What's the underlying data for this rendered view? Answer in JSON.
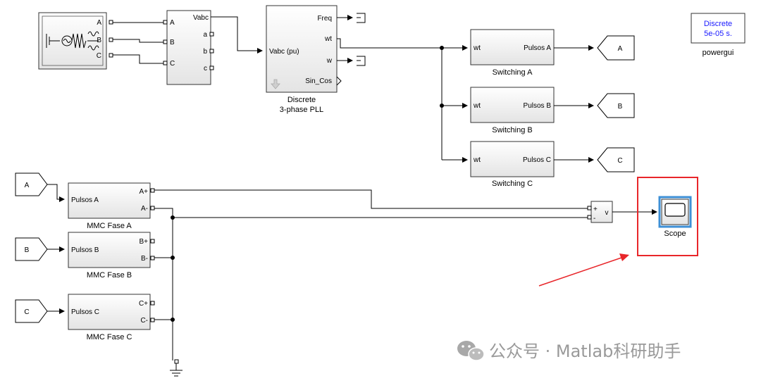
{
  "source_block": {
    "ports": [
      "A",
      "B",
      "C"
    ]
  },
  "measure_block": {
    "in_ports": [
      "A",
      "B",
      "C"
    ],
    "out_ports": [
      "Vabc",
      "a",
      "b",
      "c"
    ]
  },
  "pll_block": {
    "in_port": "Vabc (pu)",
    "out_ports": [
      "Freq",
      "wt",
      "w",
      "Sin_Cos"
    ],
    "caption_line1": "Discrete",
    "caption_line2": "3-phase PLL"
  },
  "switching_blocks": [
    {
      "in_port": "wt",
      "out_port": "Pulsos A",
      "caption": "Switching A",
      "goto": "A"
    },
    {
      "in_port": "wt",
      "out_port": "Pulsos B",
      "caption": "Switching B",
      "goto": "B"
    },
    {
      "in_port": "wt",
      "out_port": "Pulsos C",
      "caption": "Switching C",
      "goto": "C"
    }
  ],
  "powergui": {
    "line1": "Discrete",
    "line2": "5e-05 s.",
    "caption": "powergui"
  },
  "from_tags": [
    "A",
    "B",
    "C"
  ],
  "mmc_blocks": [
    {
      "in_port": "Pulsos A",
      "plus": "A+",
      "minus": "A-",
      "caption": "MMC Fase A"
    },
    {
      "in_port": "Pulsos B",
      "plus": "B+",
      "minus": "B-",
      "caption": "MMC Fase B"
    },
    {
      "in_port": "Pulsos C",
      "plus": "C+",
      "minus": "C-",
      "caption": "MMC Fase C"
    }
  ],
  "voltage_meas": {
    "plus": "+",
    "minus": "-",
    "out": "v"
  },
  "scope": {
    "caption": "Scope"
  },
  "watermark": {
    "text": "公众号 · Matlab科研助手"
  },
  "colors": {
    "highlight": "#e8262a",
    "scope_select": "#3d8fd6",
    "powergui_text": "#1a1aff"
  }
}
